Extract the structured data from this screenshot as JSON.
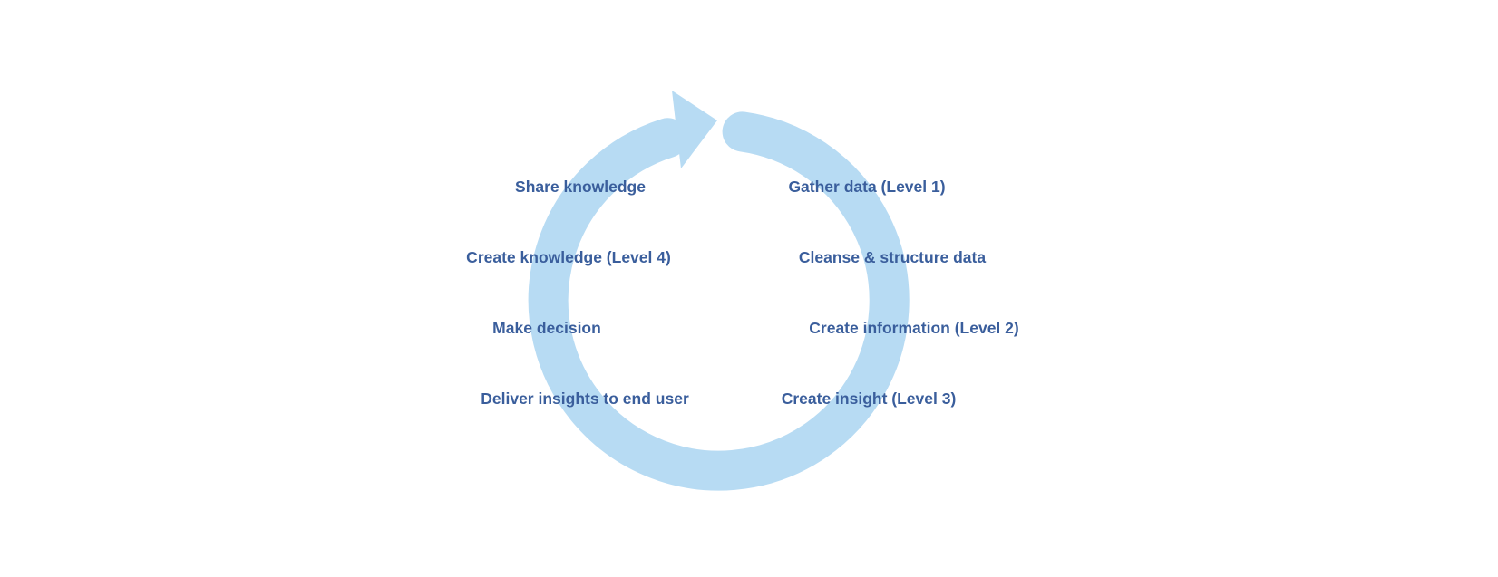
{
  "diagram": {
    "type": "cycle",
    "direction": "counter-clockwise",
    "colors": {
      "ring": "#b7dbf3",
      "text": "#3a5e9c",
      "background": "#ffffff"
    },
    "steps_right": [
      {
        "label": "Gather data (Level 1)"
      },
      {
        "label": "Cleanse & structure data"
      },
      {
        "label": "Create information (Level 2)"
      },
      {
        "label": "Create insight (Level 3)"
      }
    ],
    "steps_left": [
      {
        "label": "Share knowledge"
      },
      {
        "label": "Create knowledge (Level 4)"
      },
      {
        "label": "Make decision"
      },
      {
        "label": "Deliver insights to end user"
      }
    ]
  }
}
